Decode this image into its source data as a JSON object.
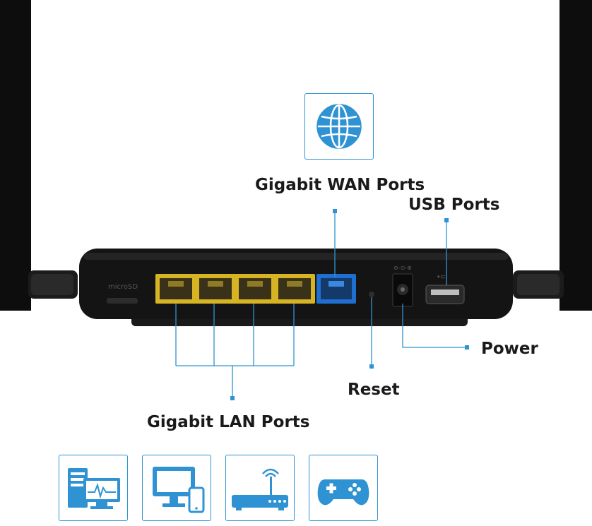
{
  "labels": {
    "wan": "Gigabit WAN Ports",
    "usb": "USB Ports",
    "power": "Power",
    "reset": "Reset",
    "lan": "Gigabit LAN Ports",
    "micro_sd": "microSD"
  },
  "icons": {
    "wan": "globe-icon",
    "bottom": [
      "desktop-computer-icon",
      "monitor-phone-icon",
      "router-icon",
      "gamepad-icon"
    ]
  },
  "colors": {
    "accent": "#2f93d3",
    "lan_port": "#d6b423",
    "wan_port": "#1f6fd0",
    "device": "#141414"
  }
}
